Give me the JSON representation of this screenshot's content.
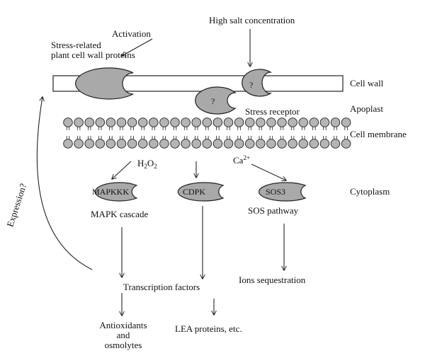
{
  "labels": {
    "activation": "Activation",
    "stress_proteins_line1": "Stress-related",
    "stress_proteins_line2": "plant cell wall proteins",
    "high_salt": "High salt concentration",
    "q_wall": "?",
    "q_receptor": "?",
    "stress_receptor": "Stress receptor",
    "cell_wall": "Cell wall",
    "apoplast": "Apoplast",
    "cell_membrane": "Cell membrane",
    "cytoplasm": "Cytoplasm",
    "h2o2_h": "H",
    "h2o2_sub1": "2",
    "h2o2_o": "O",
    "h2o2_sub2": "2",
    "ca": "Ca",
    "ca_charge": "2+",
    "mapkkk": "MAPKKK",
    "cdpk": "CDPK",
    "sos3": "SOS3",
    "mapk_cascade": "MAPK cascade",
    "sos_pathway": "SOS pathway",
    "expression": "Expression?",
    "transcription_factors": "Transcription factors",
    "ions_sequestration": "Ions sequestration",
    "antioxidants_line1": "Antioxidants",
    "antioxidants_line2": "and",
    "antioxidants_line3": "osmolytes",
    "lea_proteins": "LEA proteins, etc."
  },
  "colors": {
    "protein_fill": "#a9a9a9",
    "lipid_head_fill": "#b5b5b5",
    "stroke": "#222222",
    "background": "#ffffff"
  }
}
